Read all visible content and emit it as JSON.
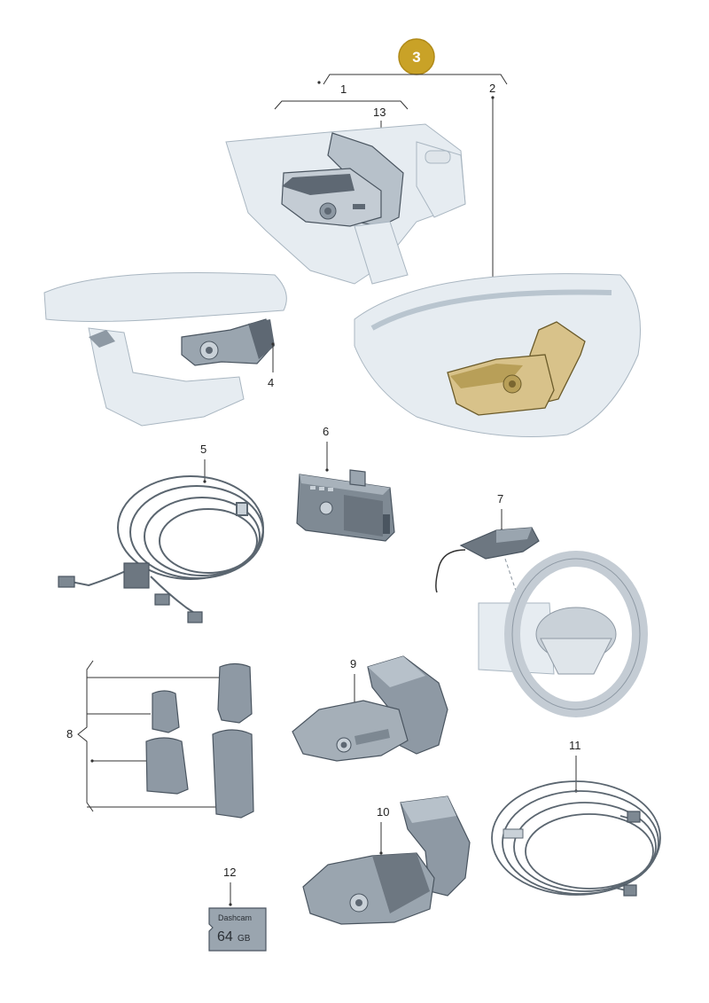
{
  "diagram": {
    "badge_number": "3",
    "badge_color": "#c9a227",
    "highlight_color": "#d8c28a",
    "callouts": {
      "c1": "1",
      "c2": "2",
      "c4": "4",
      "c5": "5",
      "c6": "6",
      "c7": "7",
      "c8": "8",
      "c9": "9",
      "c10": "10",
      "c11": "11",
      "c12": "12",
      "c13": "13"
    },
    "sd_card": {
      "brand": "Dashcam",
      "capacity": "64",
      "unit": "GB"
    }
  }
}
